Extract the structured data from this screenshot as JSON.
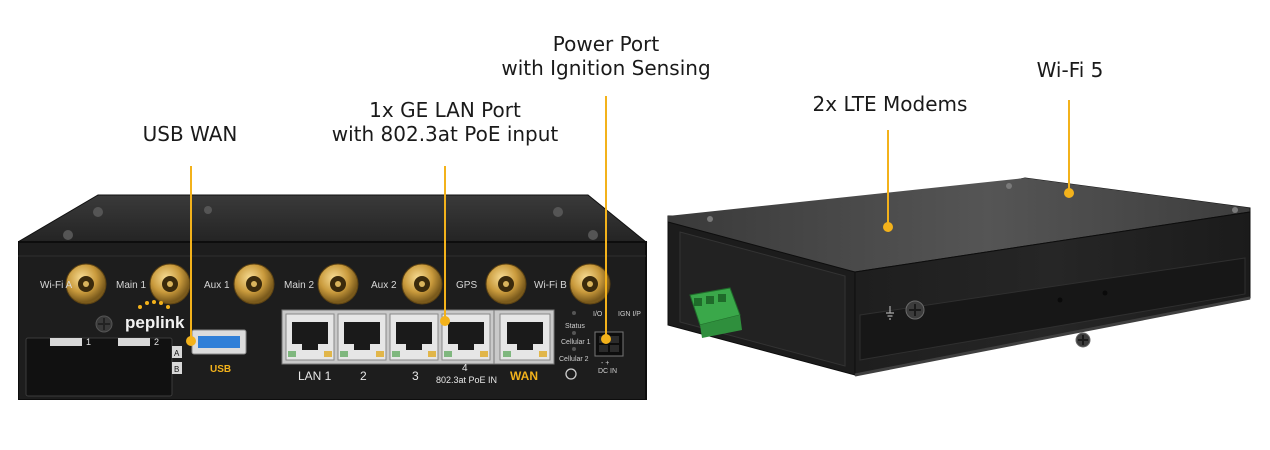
{
  "callouts": {
    "usb_wan": "USB WAN",
    "lan_line1": "1x GE LAN Port",
    "lan_line2": "with 802.3at PoE input",
    "power_line1": "Power Port",
    "power_line2": "with Ignition Sensing",
    "lte": "2x LTE Modems",
    "wifi": "Wi-Fi 5"
  },
  "front_panel": {
    "antennas": [
      "Wi-Fi A",
      "Main 1",
      "Aux 1",
      "Main 2",
      "Aux 2",
      "GPS",
      "Wi-Fi B"
    ],
    "brand": "peplink",
    "sim_slot_1": "1",
    "sim_slot_2": "2",
    "sim_a": "A",
    "sim_b": "B",
    "usb_label": "USB",
    "port_labels": [
      "LAN 1",
      "2",
      "3",
      "4",
      "WAN"
    ],
    "poe_label": "802.3at PoE IN",
    "leds": [
      "Status",
      "Cellular 1",
      "Cellular 2"
    ],
    "io_label": "I/O",
    "ign_label": "IGN I/P",
    "polarity": "- +",
    "dc_label": "DC IN"
  },
  "colors": {
    "accent": "#f3b21b",
    "chassis": "#2a2a2a",
    "panel": "#1b1b1b",
    "terminal_green": "#3aa84a",
    "usb_blue": "#2f7fd8"
  }
}
